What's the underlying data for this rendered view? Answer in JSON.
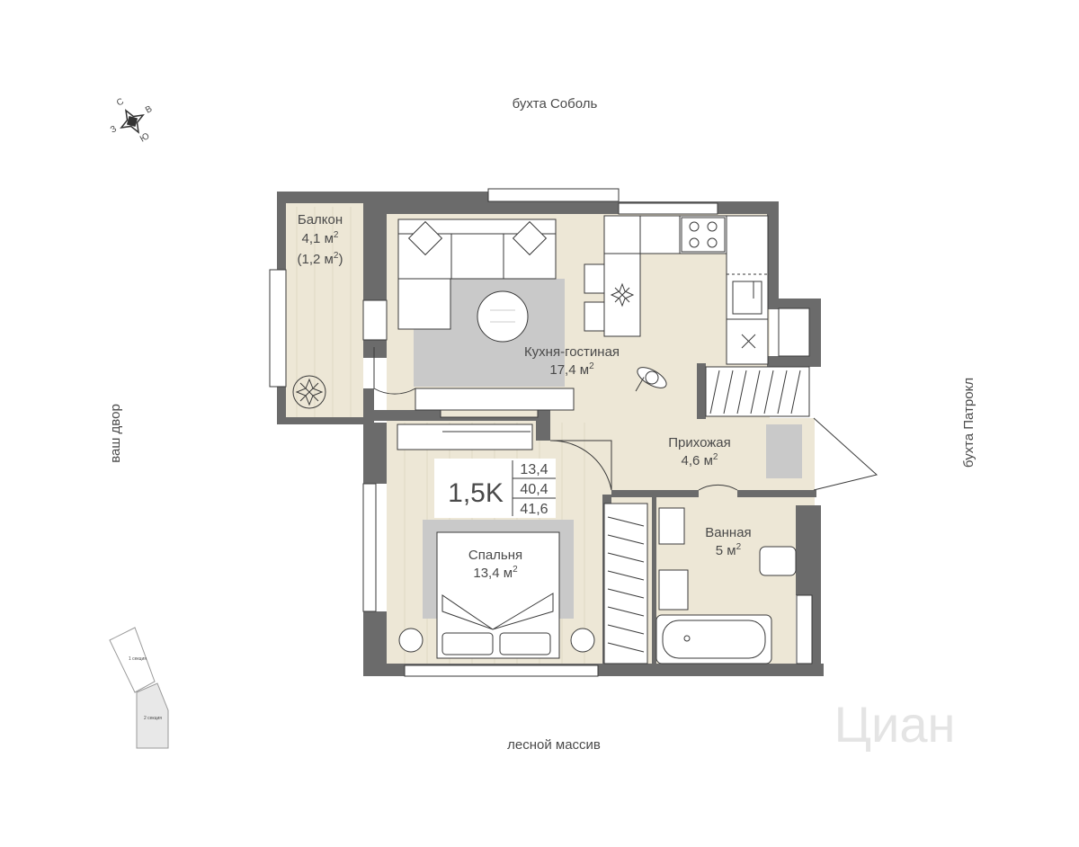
{
  "compass": {
    "n": "С",
    "e": "В",
    "s": "Ю",
    "w": "З"
  },
  "surroundings": {
    "top": "бухта Соболь",
    "bottom": "лесной массив",
    "left": "ваш двор",
    "right": "бухта Патрокл"
  },
  "rooms": {
    "balcony": {
      "name": "Балкон",
      "area": "4,1 м",
      "area_alt": "(1,2 м",
      "sup": "2"
    },
    "kitchen": {
      "name": "Кухня-гостиная",
      "area": "17,4 м",
      "sup": "2"
    },
    "hall": {
      "name": "Прихожая",
      "area": "4,6 м",
      "sup": "2"
    },
    "bath": {
      "name": "Ванная",
      "area": "5 м",
      "sup": "2"
    },
    "bedroom": {
      "name": "Спальня",
      "area": "13,4 м",
      "sup": "2"
    }
  },
  "summary": {
    "type": "1,5K",
    "living": "13,4",
    "total": "40,4",
    "total_with_balcony": "41,6"
  },
  "keyplan": {
    "section1": "1 секция",
    "section2": "2 секция"
  },
  "watermark": "Циан",
  "colors": {
    "wall": "#6b6b6b",
    "floor": "#ede7d6",
    "outline": "#3a3a3a",
    "rug": "#c9c9c9"
  }
}
